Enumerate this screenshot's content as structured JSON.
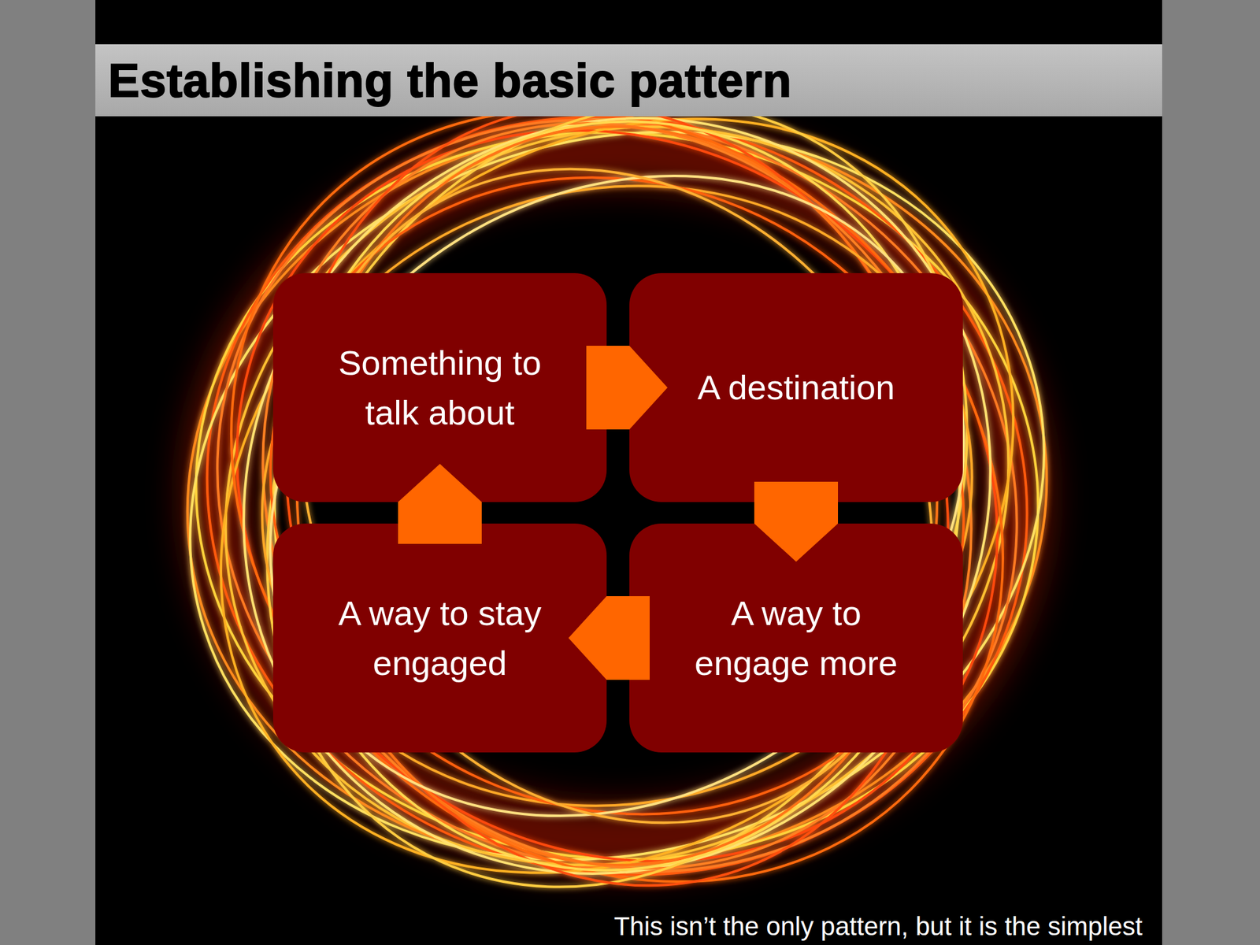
{
  "diagram": {
    "title": "Establishing the basic pattern",
    "caption": "This isn’t the only pattern, but it is the simplest",
    "nodes": [
      {
        "text": [
          "Something to talk about"
        ]
      },
      {
        "text": [
          "A destination"
        ]
      },
      {
        "text": [
          "A way to stay engaged"
        ]
      },
      {
        "text": [
          "A way to engage more"
        ]
      }
    ],
    "edges": [
      {
        "from": 0,
        "to": 1,
        "arrow": "to"
      },
      {
        "from": 1,
        "to": 3,
        "arrow": "to"
      },
      {
        "from": 3,
        "to": 2,
        "arrow": "to"
      },
      {
        "from": 2,
        "to": 0,
        "arrow": "to"
      }
    ]
  }
}
